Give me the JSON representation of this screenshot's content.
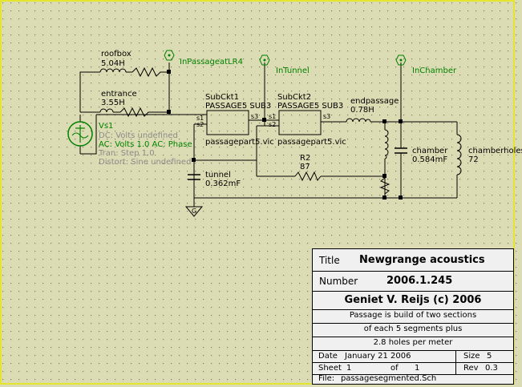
{
  "components": {
    "roofbox": {
      "name": "roofbox",
      "value": "5.04H"
    },
    "entrance": {
      "name": "entrance",
      "value": "3.55H"
    },
    "source": {
      "name": "Vs1",
      "dc": "DC: Volts undefined",
      "ac": "AC: Volts  1.0  AC: Phase",
      "tran": "Tran: Step  1.0",
      "distort": "Distort: Sine  undefined"
    },
    "subckt1": {
      "name": "SubCkt1",
      "model": "PASSAGE5  SUB3",
      "file": "passagepart5.vic"
    },
    "subckt2": {
      "name": "SubCkt2",
      "model": "PASSAGE5  SUB3",
      "file": "passagepart5.vic"
    },
    "tunnel": {
      "name": "tunnel",
      "value": "0.362mF"
    },
    "endpassage": {
      "name": "endpassage",
      "value": "0.78H"
    },
    "r2": {
      "name": "R2",
      "value": "87"
    },
    "chamber": {
      "name": "chamber",
      "value": "0.584mF"
    },
    "chamberholes": {
      "name": "chamberholes",
      "value": "72"
    }
  },
  "pins": {
    "s1": "s1",
    "s2": "s2",
    "s3": "s3"
  },
  "ground_symbol": "G",
  "probes": {
    "p1": "InPassageatLR4",
    "p2": "InTunnel",
    "p3": "InChamber"
  },
  "title_block": {
    "title_label": "Title",
    "title": "Newgrange acoustics",
    "number_label": "Number",
    "number": "2006.1.245",
    "author": "Geniet V. Reijs (c) 2006",
    "desc1": "Passage is build of two sections",
    "desc2": "of each 5 segments plus",
    "desc3": "2.8 holes per meter",
    "date_label": "Date",
    "date": "January 21 2006",
    "size_label": "Size",
    "size": "5",
    "sheet_label": "Sheet",
    "sheet": "1",
    "of_label": "of",
    "of": "1",
    "rev_label": "Rev",
    "rev": "0.3",
    "file_label": "File:",
    "file": "passagesegmented.Sch"
  },
  "colors": {
    "background": "#dcdcb4",
    "wire": "#000000",
    "probe": "#008000",
    "border": "#e8e800",
    "grid": "#7a7a60"
  }
}
